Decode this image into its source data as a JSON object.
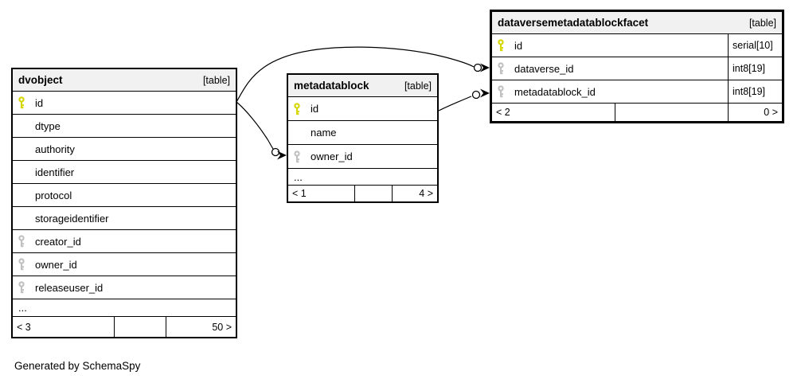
{
  "footer_note": "Generated by SchemaSpy",
  "colors": {
    "primary_key": "#d6d600",
    "foreign_key": "#c0c0c0",
    "header_bg": "#f1f1f1",
    "border": "#000000",
    "line": "#000000"
  },
  "tables": [
    {
      "name": "dvobject",
      "badge": "[table]",
      "columns": [
        {
          "name": "id",
          "key": "primary"
        },
        {
          "name": "dtype",
          "key": "none"
        },
        {
          "name": "authority",
          "key": "none"
        },
        {
          "name": "identifier",
          "key": "none"
        },
        {
          "name": "protocol",
          "key": "none"
        },
        {
          "name": "storageidentifier",
          "key": "none"
        },
        {
          "name": "creator_id",
          "key": "foreign"
        },
        {
          "name": "owner_id",
          "key": "foreign"
        },
        {
          "name": "releaseuser_id",
          "key": "foreign"
        },
        {
          "name": "...",
          "key": "ellipsis"
        }
      ],
      "footer": {
        "left": "< 3",
        "middle": "",
        "right": "50 >"
      }
    },
    {
      "name": "metadatablock",
      "badge": "[table]",
      "columns": [
        {
          "name": "id",
          "key": "primary"
        },
        {
          "name": "name",
          "key": "none"
        },
        {
          "name": "owner_id",
          "key": "foreign"
        },
        {
          "name": "...",
          "key": "ellipsis"
        }
      ],
      "footer": {
        "left": "< 1",
        "middle": "",
        "right": "4 >"
      }
    },
    {
      "name": "dataversemetadatablockfacet",
      "badge": "[table]",
      "columns": [
        {
          "name": "id",
          "key": "primary",
          "type": "serial[10]"
        },
        {
          "name": "dataverse_id",
          "key": "foreign",
          "type": "int8[19]"
        },
        {
          "name": "metadatablock_id",
          "key": "foreign",
          "type": "int8[19]"
        }
      ],
      "footer": {
        "left": "< 2",
        "middle": "",
        "right": "0 >"
      }
    }
  ],
  "relationships": [
    {
      "from": "dvobject.id",
      "to": "dataversemetadatablockfacet.dataverse_id"
    },
    {
      "from": "dvobject.id",
      "to": "metadatablock.owner_id"
    },
    {
      "from": "metadatablock.id",
      "to": "dataversemetadatablockfacet.metadatablock_id"
    }
  ]
}
